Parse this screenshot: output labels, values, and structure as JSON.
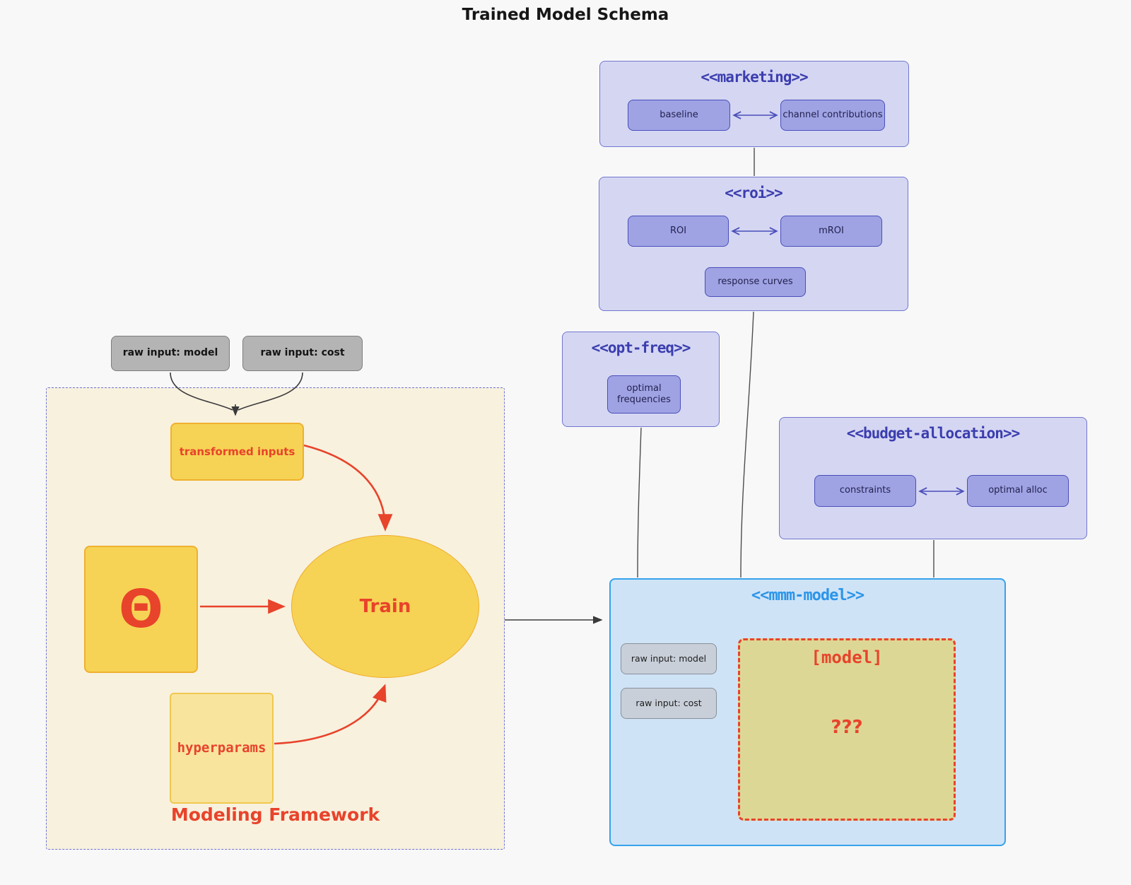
{
  "diagram": {
    "title": "Trained Model Schema",
    "inputs": {
      "raw_input_model": "raw input: model",
      "raw_input_cost": "raw input: cost"
    },
    "marketing": {
      "title": "<<marketing>>",
      "baseline": "baseline",
      "channel_contributions": "channel contributions"
    },
    "roi": {
      "title": "<<roi>>",
      "roi": "ROI",
      "mroi": "mROI",
      "response_curves": "response curves"
    },
    "opt_freq": {
      "title": "<<opt-freq>>",
      "optimal_frequencies": "optimal frequencies"
    },
    "budget_allocation": {
      "title": "<<budget-allocation>>",
      "constraints": "constraints",
      "optimal_alloc": "optimal alloc"
    },
    "mmm_model": {
      "title": "<<mmm-model>>",
      "raw_input_model": "raw input: model",
      "raw_input_cost": "raw input: cost",
      "model_placeholder": "[model]",
      "unknown": "???"
    },
    "modeling_framework": {
      "title": "Modeling Framework",
      "transformed_inputs": "transformed inputs",
      "theta": "Θ",
      "train": "Train",
      "hyperparams": "hyperparams"
    },
    "colors": {
      "background": "#f8f8f9",
      "cluster_fill": "#d5d6f2",
      "cluster_border": "#7177cf",
      "cluster_title": "#3b3eae",
      "purple_node_fill": "#9fa3e4",
      "purple_node_border": "#4a4fba",
      "mmm_fill": "#cfe3f7",
      "mmm_border": "#35a3ea",
      "mmm_title": "#2b95e8",
      "mmm_gray_node_fill": "#c8cfd9",
      "khaki_fill": "#ddd795",
      "framework_fill": "#f8f1de",
      "framework_border": "#6b74d6",
      "golden_fill": "#f6d355",
      "golden_border": "#f0b02d",
      "hyperparams_fill": "#f8e49d",
      "gray_input_fill": "#b4b4b4",
      "red_accent": "#e8432b",
      "edge_black": "#3a3a3a",
      "edge_gray": "#4d4d4d"
    }
  }
}
